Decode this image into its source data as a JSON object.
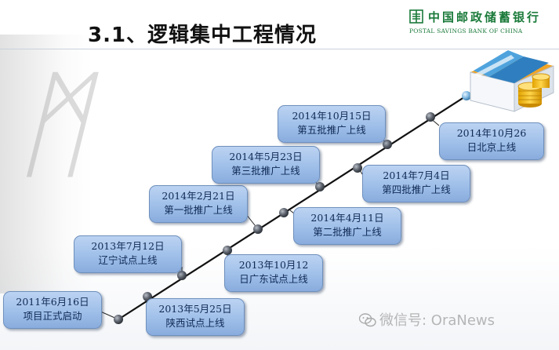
{
  "slide": {
    "title": "3.1、逻辑集中工程情况",
    "logo_cn": "中国邮政储蓄银行",
    "logo_en": "POSTAL SAVINGS BANK OF CHINA",
    "brand_color": "#1a7a3a",
    "deco_glyph": "ᛗ",
    "watermark": "微信号: OraNews"
  },
  "milestones": [
    {
      "date": "2011年6月16日",
      "text": "项目正式启动"
    },
    {
      "date": "2013年5月25日",
      "text": "陕西试点上线"
    },
    {
      "date": "2013年7月12日",
      "text": "辽宁试点上线"
    },
    {
      "date": "2013年10月12",
      "text": "日广东试点上线"
    },
    {
      "date": "2014年2月21日",
      "text": "第一批推广上线"
    },
    {
      "date": "2014年4月11日",
      "text": "第二批推广上线"
    },
    {
      "date": "2014年5月23日",
      "text": "第三批推广上线"
    },
    {
      "date": "2014年7月4日",
      "text": "第四批推广上线"
    },
    {
      "date": "2014年10月15日",
      "text": "第五批推广上线"
    },
    {
      "date": "2014年10月26",
      "text": "日北京上线"
    }
  ],
  "colors": {
    "box_fill": "#9fbfe9",
    "box_border": "#6f90bd",
    "line": "#111111",
    "node": "#4a4f57",
    "end_node": "#7fb8e0"
  }
}
